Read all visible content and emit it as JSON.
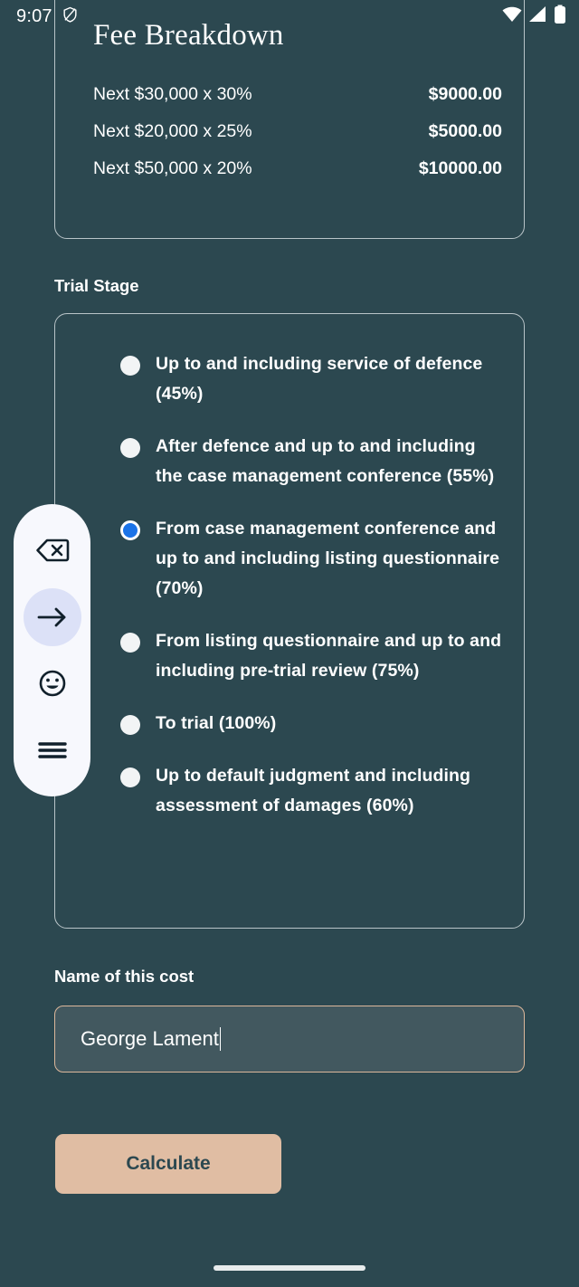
{
  "status_bar": {
    "time": "9:07",
    "icons": [
      "shield-vpn-icon",
      "wifi-icon",
      "cellular-signal-icon",
      "battery-icon"
    ]
  },
  "fee_breakdown": {
    "title": "Fee Breakdown",
    "rows": [
      {
        "label": "Next $30,000 x 30%",
        "amount": "$9000.00"
      },
      {
        "label": "Next $20,000 x 25%",
        "amount": "$5000.00"
      },
      {
        "label": "Next $50,000 x 20%",
        "amount": "$10000.00"
      }
    ]
  },
  "trial_stage": {
    "section_label": "Trial Stage",
    "options": [
      {
        "text": "Up to and including service of defence (45%)",
        "selected": false
      },
      {
        "text": "After defence and up to and including the case management conference (55%)",
        "selected": false
      },
      {
        "text": "From case management conference and up to and including listing questionnaire (70%)",
        "selected": true
      },
      {
        "text": "From listing questionnaire and up to and including pre-trial review (75%)",
        "selected": false
      },
      {
        "text": "To trial (100%)",
        "selected": false
      },
      {
        "text": "Up to default judgment and including assessment of damages (60%)",
        "selected": false
      }
    ]
  },
  "cost_name": {
    "label": "Name of this cost",
    "value": "George Lament",
    "placeholder": ""
  },
  "actions": {
    "calculate_label": "Calculate"
  },
  "keyboard_toolbar": {
    "buttons": [
      {
        "name": "backspace-icon",
        "active": false
      },
      {
        "name": "arrow-right-icon",
        "active": true
      },
      {
        "name": "emoji-icon",
        "active": false
      },
      {
        "name": "menu-icon",
        "active": false
      }
    ]
  },
  "colors": {
    "background": "#2c4850",
    "accent_radio_selected": "#1a73e8",
    "button_background": "#e0bda3",
    "input_border": "#dcb79b",
    "input_fill": "#42585f",
    "card_border": "#b9c4c8",
    "toolbar_background": "#f7f8fd",
    "toolbar_active": "#dce1f7"
  }
}
